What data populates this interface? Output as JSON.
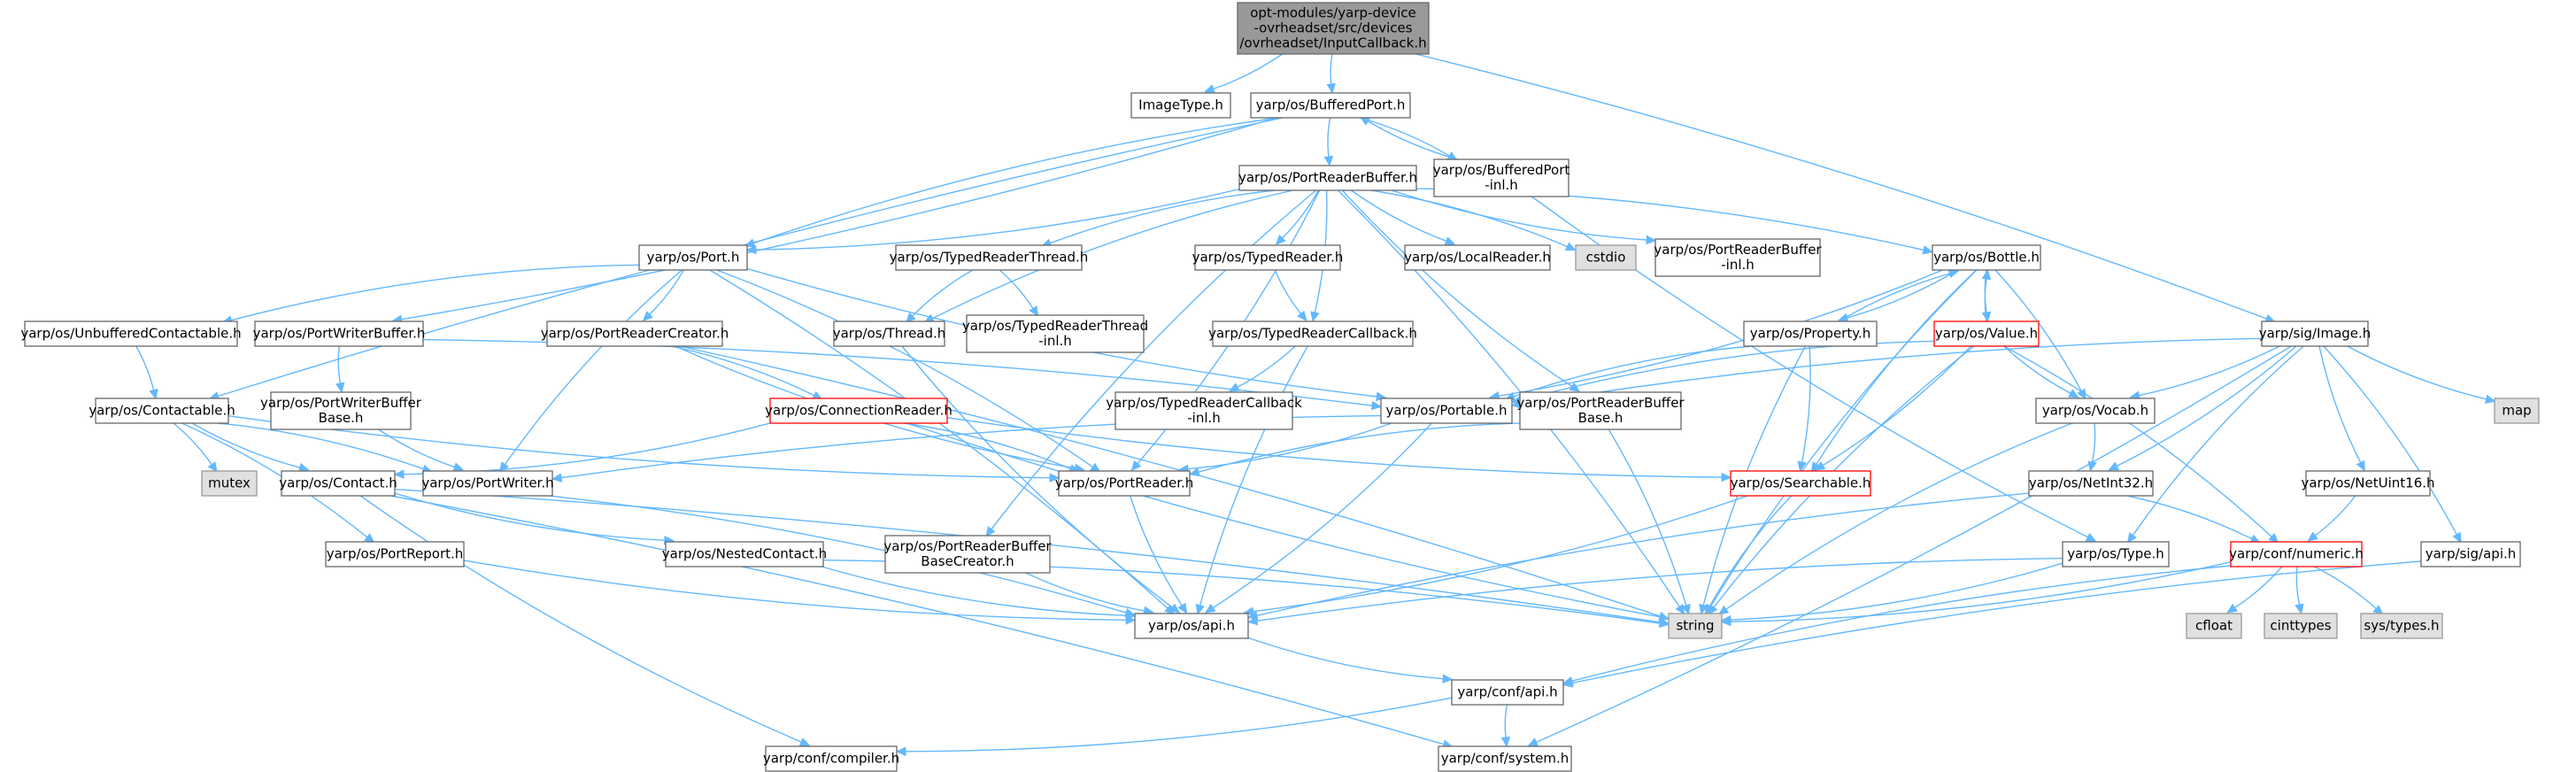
{
  "diagram": {
    "type": "include-dependency-graph",
    "nodes": {
      "root": {
        "lines": [
          "opt-modules/yarp-device",
          "-ovrheadset/src/devices",
          "/ovrheadset/InputCallback.h"
        ],
        "style": "root"
      },
      "imagetype": {
        "lines": [
          "ImageType.h"
        ],
        "style": "normal"
      },
      "bufferedport": {
        "lines": [
          "yarp/os/BufferedPort.h"
        ],
        "style": "normal"
      },
      "bufferedport_inl": {
        "lines": [
          "yarp/os/BufferedPort",
          "-inl.h"
        ],
        "style": "normal"
      },
      "portreaderbuffer": {
        "lines": [
          "yarp/os/PortReaderBuffer.h"
        ],
        "style": "normal"
      },
      "port": {
        "lines": [
          "yarp/os/Port.h"
        ],
        "style": "normal"
      },
      "typedreaderthread": {
        "lines": [
          "yarp/os/TypedReaderThread.h"
        ],
        "style": "normal"
      },
      "typedreader": {
        "lines": [
          "yarp/os/TypedReader.h"
        ],
        "style": "normal"
      },
      "localreader": {
        "lines": [
          "yarp/os/LocalReader.h"
        ],
        "style": "normal"
      },
      "cstdio": {
        "lines": [
          "cstdio"
        ],
        "style": "std"
      },
      "portreaderbuffer_inl": {
        "lines": [
          "yarp/os/PortReaderBuffer",
          "-inl.h"
        ],
        "style": "normal"
      },
      "bottle": {
        "lines": [
          "yarp/os/Bottle.h"
        ],
        "style": "normal"
      },
      "unbufferedcontactable": {
        "lines": [
          "yarp/os/UnbufferedContactable.h"
        ],
        "style": "normal"
      },
      "portwriterbuffer": {
        "lines": [
          "yarp/os/PortWriterBuffer.h"
        ],
        "style": "normal"
      },
      "portreadercreator": {
        "lines": [
          "yarp/os/PortReaderCreator.h"
        ],
        "style": "normal"
      },
      "thread": {
        "lines": [
          "yarp/os/Thread.h"
        ],
        "style": "normal"
      },
      "typedreaderthread_inl": {
        "lines": [
          "yarp/os/TypedReaderThread",
          "-inl.h"
        ],
        "style": "normal"
      },
      "typedreadercallback": {
        "lines": [
          "yarp/os/TypedReaderCallback.h"
        ],
        "style": "normal"
      },
      "property": {
        "lines": [
          "yarp/os/Property.h"
        ],
        "style": "normal"
      },
      "value": {
        "lines": [
          "yarp/os/Value.h"
        ],
        "style": "red"
      },
      "image": {
        "lines": [
          "yarp/sig/Image.h"
        ],
        "style": "normal"
      },
      "contactable": {
        "lines": [
          "yarp/os/Contactable.h"
        ],
        "style": "normal"
      },
      "portwriterbufferbase": {
        "lines": [
          "yarp/os/PortWriterBuffer",
          "Base.h"
        ],
        "style": "normal"
      },
      "connectionreader": {
        "lines": [
          "yarp/os/ConnectionReader.h"
        ],
        "style": "red"
      },
      "typedreadercallback_inl": {
        "lines": [
          "yarp/os/TypedReaderCallback",
          "-inl.h"
        ],
        "style": "normal"
      },
      "portable": {
        "lines": [
          "yarp/os/Portable.h"
        ],
        "style": "normal"
      },
      "portreaderbufferbase": {
        "lines": [
          "yarp/os/PortReaderBuffer",
          "Base.h"
        ],
        "style": "normal"
      },
      "vocab": {
        "lines": [
          "yarp/os/Vocab.h"
        ],
        "style": "normal"
      },
      "map": {
        "lines": [
          "map"
        ],
        "style": "std"
      },
      "mutex": {
        "lines": [
          "mutex"
        ],
        "style": "std"
      },
      "contact": {
        "lines": [
          "yarp/os/Contact.h"
        ],
        "style": "normal"
      },
      "portwriter": {
        "lines": [
          "yarp/os/PortWriter.h"
        ],
        "style": "normal"
      },
      "portreader": {
        "lines": [
          "yarp/os/PortReader.h"
        ],
        "style": "normal"
      },
      "searchable": {
        "lines": [
          "yarp/os/Searchable.h"
        ],
        "style": "red"
      },
      "netint32": {
        "lines": [
          "yarp/os/NetInt32.h"
        ],
        "style": "normal"
      },
      "netuint16": {
        "lines": [
          "yarp/os/NetUint16.h"
        ],
        "style": "normal"
      },
      "portreport": {
        "lines": [
          "yarp/os/PortReport.h"
        ],
        "style": "normal"
      },
      "nestedcontact": {
        "lines": [
          "yarp/os/NestedContact.h"
        ],
        "style": "normal"
      },
      "portreaderbufferbasecreator": {
        "lines": [
          "yarp/os/PortReaderBuffer",
          "BaseCreator.h"
        ],
        "style": "normal"
      },
      "type": {
        "lines": [
          "yarp/os/Type.h"
        ],
        "style": "normal"
      },
      "numeric": {
        "lines": [
          "yarp/conf/numeric.h"
        ],
        "style": "red"
      },
      "sigapi": {
        "lines": [
          "yarp/sig/api.h"
        ],
        "style": "normal"
      },
      "osapi": {
        "lines": [
          "yarp/os/api.h"
        ],
        "style": "normal"
      },
      "string": {
        "lines": [
          "string"
        ],
        "style": "std"
      },
      "cfloat": {
        "lines": [
          "cfloat"
        ],
        "style": "std"
      },
      "cinttypes": {
        "lines": [
          "cinttypes"
        ],
        "style": "std"
      },
      "systypes": {
        "lines": [
          "sys/types.h"
        ],
        "style": "std"
      },
      "confapi": {
        "lines": [
          "yarp/conf/api.h"
        ],
        "style": "normal"
      },
      "compiler": {
        "lines": [
          "yarp/conf/compiler.h"
        ],
        "style": "normal"
      },
      "system": {
        "lines": [
          "yarp/conf/system.h"
        ],
        "style": "normal"
      }
    },
    "edges": [
      [
        "root",
        "imagetype"
      ],
      [
        "root",
        "bufferedport"
      ],
      [
        "root",
        "image"
      ],
      [
        "bufferedport",
        "portreaderbuffer"
      ],
      [
        "bufferedport",
        "bufferedport_inl"
      ],
      [
        "bufferedport",
        "port"
      ],
      [
        "bufferedport",
        "portwriterbuffer"
      ],
      [
        "bufferedport",
        "contactable"
      ],
      [
        "bufferedport_inl",
        "bufferedport"
      ],
      [
        "bufferedport_inl",
        "type"
      ],
      [
        "portreaderbuffer",
        "port"
      ],
      [
        "portreaderbuffer",
        "typedreaderthread"
      ],
      [
        "portreaderbuffer",
        "typedreader"
      ],
      [
        "portreaderbuffer",
        "localreader"
      ],
      [
        "portreaderbuffer",
        "cstdio"
      ],
      [
        "portreaderbuffer",
        "portreaderbuffer_inl"
      ],
      [
        "portreaderbuffer",
        "bottle"
      ],
      [
        "portreaderbuffer",
        "thread"
      ],
      [
        "portreaderbuffer",
        "typedreadercallback"
      ],
      [
        "portreaderbuffer",
        "portreaderbufferbase"
      ],
      [
        "portreaderbuffer",
        "portreader"
      ],
      [
        "portreaderbuffer",
        "portreaderbufferbasecreator"
      ],
      [
        "portreaderbuffer",
        "string"
      ],
      [
        "port",
        "unbufferedcontactable"
      ],
      [
        "port",
        "portreadercreator"
      ],
      [
        "port",
        "portwriter"
      ],
      [
        "port",
        "portreader"
      ],
      [
        "port",
        "portable"
      ],
      [
        "port",
        "osapi"
      ],
      [
        "typedreaderthread",
        "thread"
      ],
      [
        "typedreaderthread",
        "typedreaderthread_inl"
      ],
      [
        "typedreader",
        "typedreadercallback"
      ],
      [
        "typedreadercallback",
        "typedreadercallback_inl"
      ],
      [
        "typedreadercallback",
        "osapi"
      ],
      [
        "bottle",
        "property"
      ],
      [
        "bottle",
        "value"
      ],
      [
        "bottle",
        "portable"
      ],
      [
        "bottle",
        "searchable"
      ],
      [
        "bottle",
        "vocab"
      ],
      [
        "bottle",
        "string"
      ],
      [
        "value",
        "bottle"
      ],
      [
        "value",
        "portable"
      ],
      [
        "value",
        "searchable"
      ],
      [
        "value",
        "vocab"
      ],
      [
        "value",
        "numeric"
      ],
      [
        "value",
        "string"
      ],
      [
        "property",
        "bottle"
      ],
      [
        "property",
        "portable"
      ],
      [
        "property",
        "searchable"
      ],
      [
        "property",
        "string"
      ],
      [
        "unbufferedcontactable",
        "contactable"
      ],
      [
        "portwriterbuffer",
        "portwriterbufferbase"
      ],
      [
        "portwriterbuffer",
        "portable"
      ],
      [
        "portwriterbufferbase",
        "portwriter"
      ],
      [
        "portreadercreator",
        "connectionreader"
      ],
      [
        "portreadercreator",
        "portreader"
      ],
      [
        "portreadercreator",
        "string"
      ],
      [
        "thread",
        "osapi"
      ],
      [
        "connectionreader",
        "contact"
      ],
      [
        "connectionreader",
        "searchable"
      ],
      [
        "connectionreader",
        "portreader"
      ],
      [
        "connectionreader",
        "string"
      ],
      [
        "contactable",
        "mutex"
      ],
      [
        "contactable",
        "contact"
      ],
      [
        "contactable",
        "portwriter"
      ],
      [
        "contactable",
        "portreader"
      ],
      [
        "contactable",
        "portreport"
      ],
      [
        "contact",
        "nestedcontact"
      ],
      [
        "contact",
        "string"
      ],
      [
        "contact",
        "compiler"
      ],
      [
        "contact",
        "system"
      ],
      [
        "nestedcontact",
        "osapi"
      ],
      [
        "nestedcontact",
        "string"
      ],
      [
        "portreport",
        "osapi"
      ],
      [
        "portwriter",
        "osapi"
      ],
      [
        "portreader",
        "osapi"
      ],
      [
        "portable",
        "portreader"
      ],
      [
        "portable",
        "portwriter"
      ],
      [
        "portable",
        "osapi"
      ],
      [
        "portreaderbufferbase",
        "portreader"
      ],
      [
        "portreaderbufferbase",
        "string"
      ],
      [
        "portreaderbufferbasecreator",
        "osapi"
      ],
      [
        "searchable",
        "osapi"
      ],
      [
        "searchable",
        "string"
      ],
      [
        "vocab",
        "netint32"
      ],
      [
        "vocab",
        "string"
      ],
      [
        "netint32",
        "numeric"
      ],
      [
        "netint32",
        "osapi"
      ],
      [
        "netuint16",
        "numeric"
      ],
      [
        "type",
        "osapi"
      ],
      [
        "type",
        "string"
      ],
      [
        "image",
        "portable"
      ],
      [
        "image",
        "vocab"
      ],
      [
        "image",
        "map"
      ],
      [
        "image",
        "netint32"
      ],
      [
        "image",
        "netuint16"
      ],
      [
        "image",
        "sigapi"
      ],
      [
        "image",
        "type"
      ],
      [
        "image",
        "system"
      ],
      [
        "sigapi",
        "confapi"
      ],
      [
        "numeric",
        "cfloat"
      ],
      [
        "numeric",
        "cinttypes"
      ],
      [
        "numeric",
        "systypes"
      ],
      [
        "numeric",
        "confapi"
      ],
      [
        "numeric",
        "string"
      ],
      [
        "osapi",
        "confapi"
      ],
      [
        "confapi",
        "compiler"
      ],
      [
        "confapi",
        "system"
      ]
    ],
    "colors": {
      "edge": "#63b8ff",
      "root_fill": "#999999",
      "node_border": "#666666",
      "red_border": "#ff0000",
      "std_fill": "#e0e0e0",
      "std_border": "#999999"
    }
  }
}
